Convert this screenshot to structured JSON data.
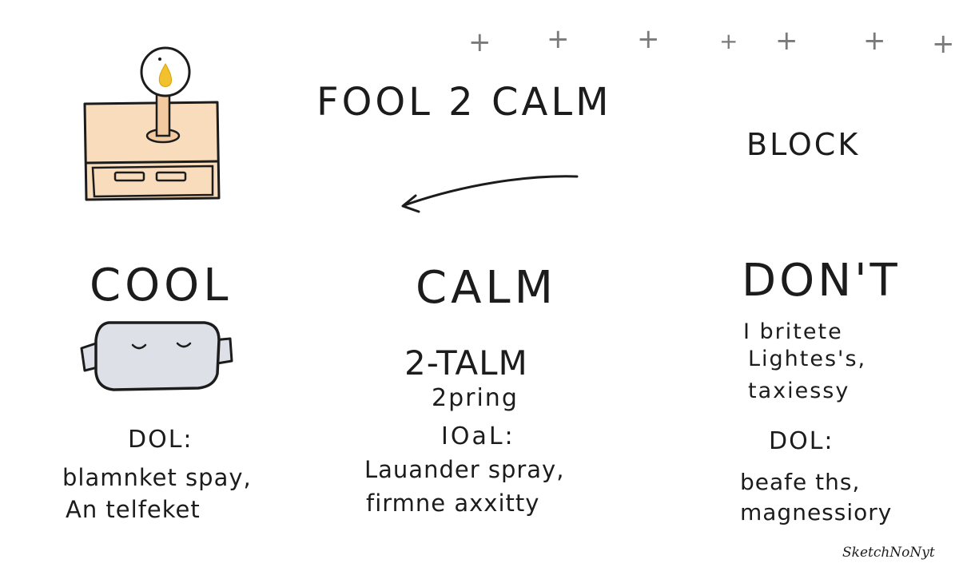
{
  "title": "FOOL 2 CALM",
  "block_label": "BLOCK",
  "columns": [
    {
      "heading": "COOL",
      "dol_label": "DOL:",
      "dol_lines": [
        "blamnket spay,",
        "An telfeket"
      ]
    },
    {
      "heading": "CALM",
      "sub_lines": [
        "2-TALM",
        "2pring",
        "IOaL:"
      ],
      "dol_lines": [
        "Lauander spray,",
        "firmne axxitty"
      ]
    },
    {
      "heading": "DON'T",
      "sub_lines": [
        "I britete",
        "Lightes's,",
        "taxiessy"
      ],
      "dol_label": "DOL:",
      "dol_lines": [
        "beafe ths,",
        "magnessiory"
      ]
    }
  ],
  "decor": {
    "plus_glyph": "+",
    "plus_color": "#7a7a7a",
    "nightstand_color": "#f9dcbc",
    "flame_color": "#f2c12e",
    "mask_color": "#dde0e6",
    "icons": [
      "nightstand-with-candle-icon",
      "sleep-mask-icon",
      "arrow-icon"
    ]
  },
  "signature": "SketchNoNyt"
}
